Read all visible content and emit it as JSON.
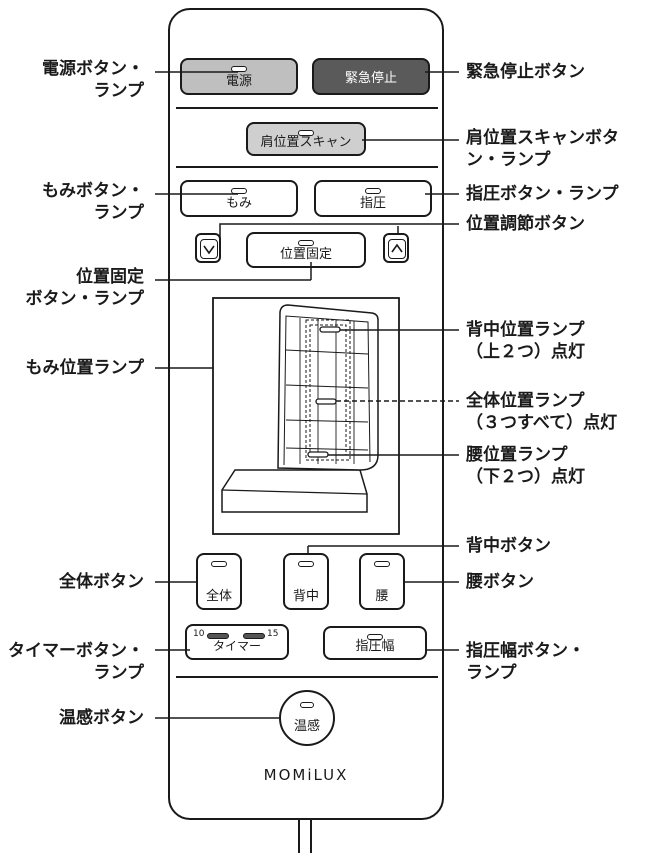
{
  "remote": {
    "buttons": {
      "power": "電源",
      "emergency_stop": "緊急停止",
      "shoulder_scan": "肩位置スキャン",
      "momi": "もみ",
      "shiatsu": "指圧",
      "position_fix": "位置固定",
      "full_body": "全体",
      "back": "背中",
      "waist": "腰",
      "timer": "タイマー",
      "timer_min_left": "10",
      "timer_min_right": "15",
      "shiatsu_width": "指圧幅",
      "warm": "温感"
    },
    "brand": "MOMiLUX"
  },
  "callouts": {
    "left": {
      "power_1": "電源ボタン・",
      "power_2": "ランプ",
      "momi_1": "もみボタン・",
      "momi_2": "ランプ",
      "posfix_1": "位置固定",
      "posfix_2": "ボタン・ランプ",
      "momi_pos": "もみ位置ランプ",
      "full_body": "全体ボタン",
      "timer_1": "タイマーボタン・",
      "timer_2": "ランプ",
      "warm": "温感ボタン"
    },
    "right": {
      "stop": "緊急停止ボタン",
      "scan_1": "肩位置スキャンボタ",
      "scan_2": "ン・ランプ",
      "shiatsu": "指圧ボタン・ランプ",
      "pos_adjust": "位置調節ボタン",
      "back_lamp_1": "背中位置ランプ",
      "back_lamp_2": "（上２つ）点灯",
      "full_lamp_1": "全体位置ランプ",
      "full_lamp_2": "（３つすべて）点灯",
      "waist_lamp_1": "腰位置ランプ",
      "waist_lamp_2": "（下２つ）点灯",
      "back_btn": "背中ボタン",
      "waist_btn": "腰ボタン",
      "width_1": "指圧幅ボタン・",
      "width_2": "ランプ"
    }
  }
}
